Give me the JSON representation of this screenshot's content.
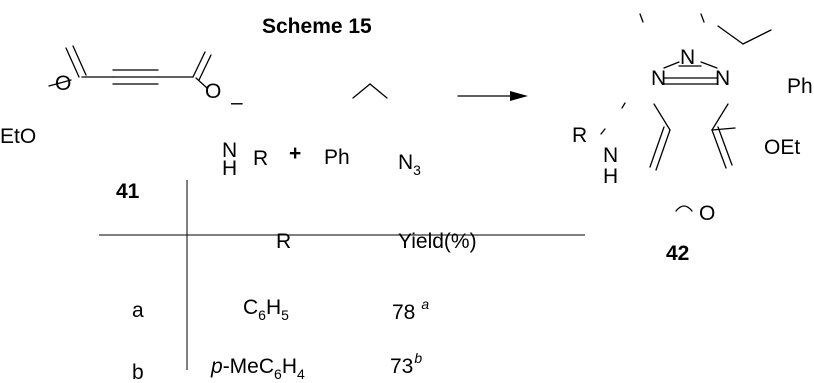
{
  "title": "Scheme 15",
  "reactant_alkyne": {
    "label": "41",
    "atom_ester_o": "O",
    "atom_carbonyl_o": "O",
    "group_ethoxy": "EtO"
  },
  "plus": "+",
  "reactant_amine": {
    "n": "N",
    "h": "H",
    "r": "R",
    "charge": "–"
  },
  "reactant_azide": {
    "ph": "Ph",
    "n": "N",
    "n_sub": "3"
  },
  "product": {
    "label": "42",
    "n_top": "N",
    "n_left": "N",
    "n_right": "N",
    "ph": "Ph",
    "oet": "OEt",
    "r": "R",
    "n_amine": "N",
    "h_amine": "H",
    "o": "O"
  },
  "table": {
    "headers": [
      "R",
      "Yield(%)"
    ],
    "rows": [
      {
        "entry": "a",
        "r_main": "C",
        "r_sub1": "6",
        "r_mid": "H",
        "r_sub2": "5",
        "yield": "78",
        "yield_note": "a"
      },
      {
        "entry": "b",
        "r_prefix": "p",
        "r_main": "-MeC",
        "r_sub1": "6",
        "r_mid": "H",
        "r_sub2": "4",
        "yield": "73",
        "yield_note": "b"
      }
    ]
  }
}
